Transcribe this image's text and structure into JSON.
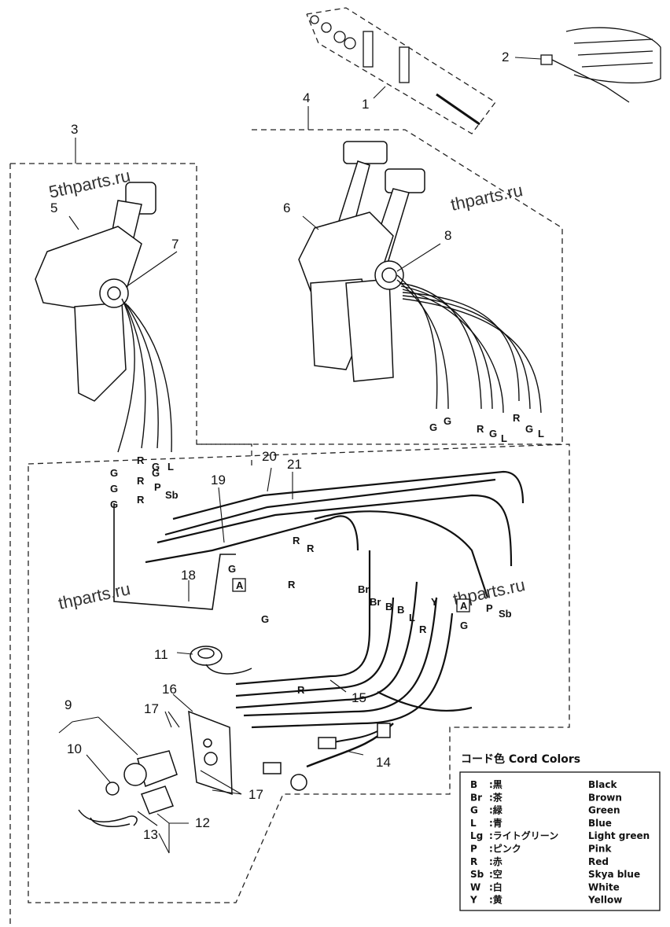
{
  "callouts": [
    "1",
    "2",
    "3",
    "4",
    "5",
    "6",
    "7",
    "8",
    "9",
    "10",
    "11",
    "12",
    "13",
    "14",
    "15",
    "16",
    "17",
    "17",
    "18",
    "19",
    "20",
    "21"
  ],
  "watermark": "thparts.ru",
  "watermark_alt": "5thparts.ru",
  "right_wire_labels": [
    "G",
    "G",
    "R",
    "G",
    "L",
    "R",
    "G",
    "L"
  ],
  "left_wire_labels": [
    "G",
    "R",
    "G",
    "L",
    "G",
    "R",
    "G",
    "P",
    "Sb",
    "G",
    "R"
  ],
  "mid_wire_labels": [
    "G",
    "R",
    "R",
    "R",
    "G",
    "Br",
    "Br",
    "B",
    "B",
    "L",
    "Y",
    "R",
    "G",
    "P",
    "Sb",
    "R"
  ],
  "marker_a": "A",
  "legend": {
    "title": "コード色 Cord Colors",
    "rows": [
      {
        "code": "B",
        "jp": ":黒",
        "en": "Black"
      },
      {
        "code": "Br",
        "jp": ":茶",
        "en": "Brown"
      },
      {
        "code": "G",
        "jp": ":緑",
        "en": "Green"
      },
      {
        "code": "L",
        "jp": ":青",
        "en": "Blue"
      },
      {
        "code": "Lg",
        "jp": ":ライトグリーン",
        "en": "Light green"
      },
      {
        "code": "P",
        "jp": ":ピンク",
        "en": "Pink"
      },
      {
        "code": "R",
        "jp": ":赤",
        "en": "Red"
      },
      {
        "code": "Sb",
        "jp": ":空",
        "en": "Skya blue"
      },
      {
        "code": "W",
        "jp": ":白",
        "en": "White"
      },
      {
        "code": "Y",
        "jp": ":黄",
        "en": "Yellow"
      }
    ]
  }
}
